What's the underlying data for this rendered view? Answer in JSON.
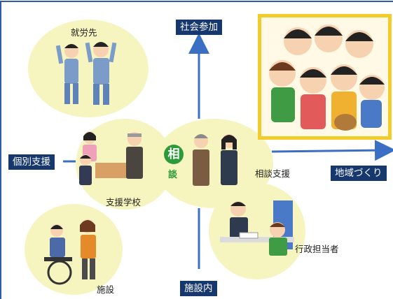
{
  "labels": {
    "social_participation": "社会参加",
    "individual_support": "個別支援",
    "community_building": "地域づくり",
    "inside_facility": "施設内"
  },
  "places": {
    "workplace": "就労先",
    "support_school": "支援学校",
    "facility": "施設",
    "consultation_support": "相談支援",
    "administrative_officer": "行政担当者"
  },
  "badge": {
    "top": "相",
    "bottom": "談"
  },
  "colors": {
    "navy_label": "#17386e",
    "arrow_blue": "#3a6fc4",
    "circle_fill": "#f6f4bf",
    "photo_border": "#f2cc2a",
    "badge_green": "#2b9b3a"
  }
}
